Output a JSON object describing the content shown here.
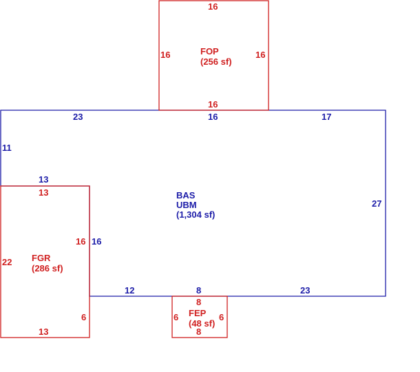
{
  "colors": {
    "main": "#1c1ca8",
    "addition": "#d02020",
    "background": "#ffffff"
  },
  "areas": {
    "bas": {
      "code": "BAS",
      "sub": "UBM",
      "size": "(1,304 sf)",
      "color": "#1c1ca8",
      "dims": {
        "top_left": "23",
        "top_mid": "16",
        "top_right": "17",
        "left_upper": "11",
        "notch_top": "13",
        "notch_right": "16",
        "bottom_left": "12",
        "bottom_mid": "8",
        "bottom_right": "23",
        "right": "27"
      }
    },
    "fop": {
      "code": "FOP",
      "size": "(256 sf)",
      "color": "#d02020",
      "dims": {
        "top": "16",
        "left": "16",
        "right": "16",
        "bottom": "16"
      }
    },
    "fgr": {
      "code": "FGR",
      "size": "(286 sf)",
      "color": "#d02020",
      "dims": {
        "top": "13",
        "left": "22",
        "right_upper": "16",
        "right_lower": "6",
        "bottom": "13"
      }
    },
    "fep": {
      "code": "FEP",
      "size": "(48 sf)",
      "color": "#d02020",
      "dims": {
        "top": "8",
        "left": "6",
        "right": "6",
        "bottom": "8"
      }
    }
  }
}
